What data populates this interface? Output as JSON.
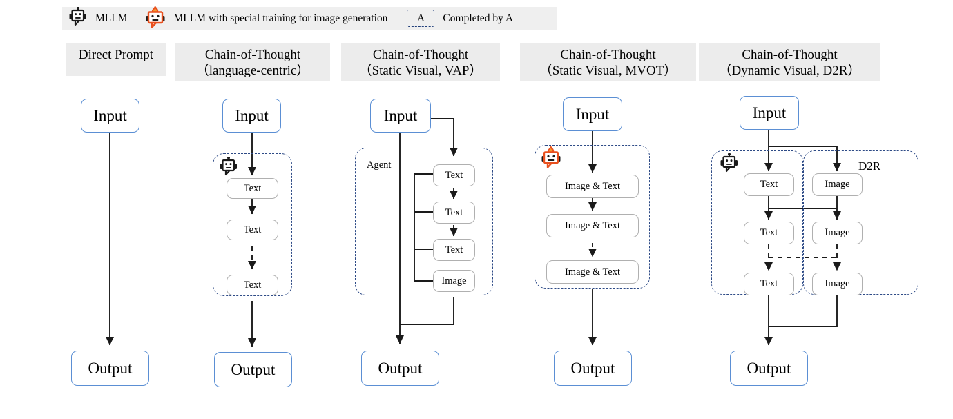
{
  "legend": {
    "items": [
      {
        "icon": "robot-icon",
        "label": "MLLM"
      },
      {
        "icon": "robot-fire-icon",
        "label": "MLLM with special training for image generation"
      },
      {
        "icon": "dashed-box-a-icon",
        "chip": "A",
        "label": "Completed by A"
      }
    ]
  },
  "columns": [
    {
      "id": "direct-prompt",
      "header_line1": "Direct Prompt",
      "header_line2": "",
      "input": "Input",
      "output": "Output",
      "group_label": "",
      "steps": []
    },
    {
      "id": "cot-language-centric",
      "header_line1": "Chain-of-Thought",
      "header_line2": "（language-centric）",
      "input": "Input",
      "output": "Output",
      "group_label": "",
      "group_icon": "robot-icon",
      "steps": [
        "Text",
        "Text",
        "Text"
      ]
    },
    {
      "id": "cot-static-visual-vap",
      "header_line1": "Chain-of-Thought",
      "header_line2": "（Static Visual, VAP）",
      "input": "Input",
      "output": "Output",
      "group_label": "Agent",
      "steps": [
        "Text",
        "Text",
        "Text",
        "Image"
      ]
    },
    {
      "id": "cot-static-visual-mvot",
      "header_line1": "Chain-of-Thought",
      "header_line2": "（Static Visual, MVOT）",
      "input": "Input",
      "output": "Output",
      "group_label": "",
      "group_icon": "robot-fire-icon",
      "steps": [
        "Image & Text",
        "Image & Text",
        "Image & Text"
      ]
    },
    {
      "id": "cot-dynamic-visual-d2r",
      "header_line1": "Chain-of-Thought",
      "header_line2": "（Dynamic Visual, D2R）",
      "input": "Input",
      "output": "Output",
      "group_label": "D2R",
      "group_icon": "robot-icon",
      "steps_text": [
        "Text",
        "Text",
        "Text"
      ],
      "steps_image": [
        "Image",
        "Image",
        "Image"
      ]
    }
  ],
  "colors": {
    "io_border": "#5b8fd4",
    "step_border": "#b0b0b0",
    "group_border": "#2d4a86",
    "wire": "#1a1a1a",
    "header_bg": "#ececec",
    "legend_bg": "#efefef",
    "flame": "#e8501e"
  }
}
